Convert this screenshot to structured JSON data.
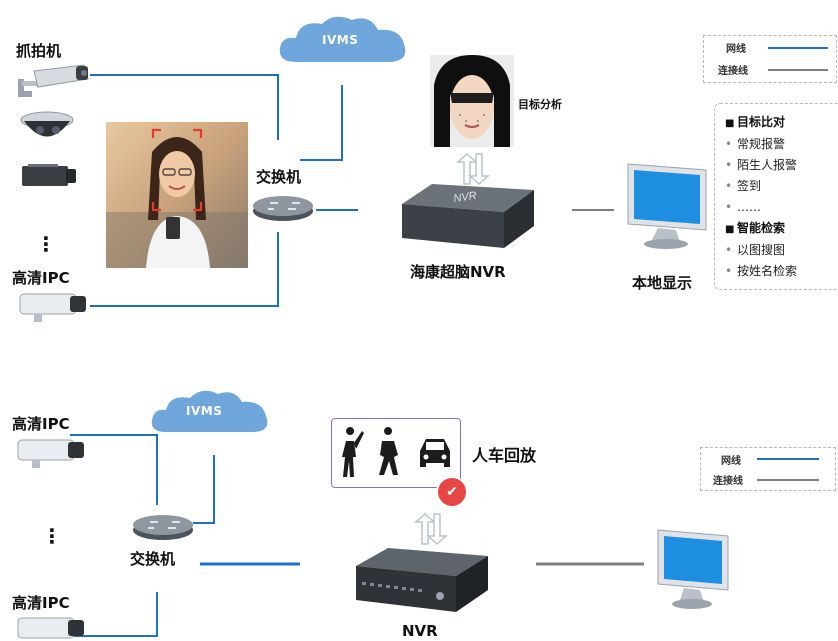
{
  "top": {
    "capture_camera_label": "抓拍机",
    "ellipsis": "⋮",
    "hd_ipc_label": "高清IPC",
    "ivms_label": "IVMS",
    "switch_label": "交换机",
    "target_analysis_label": "目标分析",
    "nvr_caption": "海康超脑NVR",
    "nvr_device_text": "NVR",
    "monitor_label": "本地显示",
    "legend": {
      "network_line": "网线",
      "connection_line": "连接线"
    },
    "features": [
      {
        "text": "目标比对",
        "header": true
      },
      {
        "text": "常规报警",
        "header": false
      },
      {
        "text": "陌生人报警",
        "header": false
      },
      {
        "text": "签到",
        "header": false
      },
      {
        "text": "……",
        "header": false
      },
      {
        "text": "智能检索",
        "header": true
      },
      {
        "text": "以图搜图",
        "header": false
      },
      {
        "text": "按姓名检索",
        "header": false
      }
    ]
  },
  "bottom": {
    "hd_ipc_label_1": "高清IPC",
    "ellipsis": "⋮",
    "hd_ipc_label_2": "高清IPC",
    "ivms_label": "IVMS",
    "switch_label": "交换机",
    "playback_label": "人车回放",
    "check_glyph": "✔",
    "nvr_caption": "NVR",
    "legend": {
      "network_line": "网线",
      "connection_line": "连接线"
    }
  },
  "colors": {
    "network_line": "#1f6fc4",
    "connection_line": "#7f7f7f",
    "cloud": "#6fa6dc",
    "monitor_screen": "#1e8ee0",
    "playback_border": "#8a6cc0",
    "check_badge": "#e84545"
  }
}
